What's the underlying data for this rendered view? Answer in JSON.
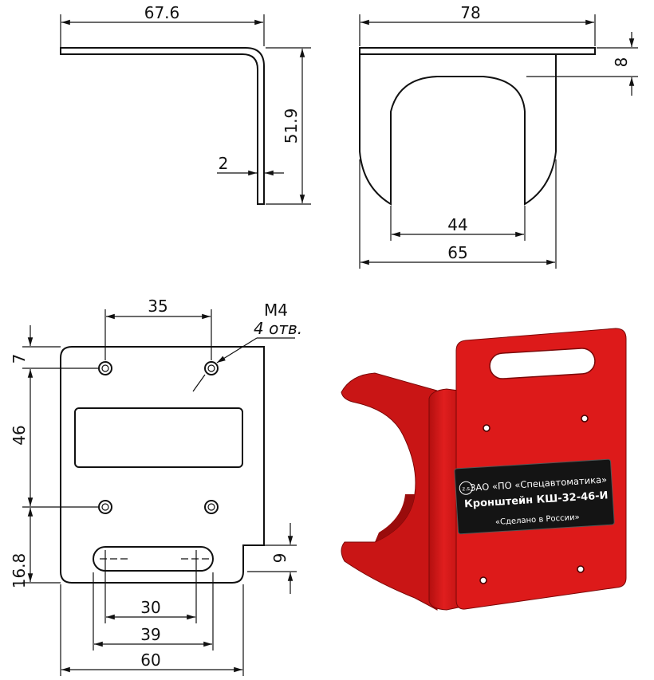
{
  "side_view": {
    "width_dim": "67.6",
    "height_dim": "51.9",
    "thickness_dim": "2"
  },
  "front_view": {
    "total_width_dim": "78",
    "offset_dim": "8",
    "inner_width_dim": "44",
    "outer_width_dim": "65"
  },
  "plan_view": {
    "hole_spacing_dim": "35",
    "thread_dim": "M4",
    "holes_count": "4 отв.",
    "top_offset_dim": "7",
    "vertical_spacing_dim": "46",
    "bottom_offset_dim": "16.8",
    "slot_height_dim": "9",
    "slot_centers_dim": "30",
    "slot_length_dim": "39",
    "plate_width_dim": "60"
  },
  "render": {
    "color": "#d81a1a",
    "label_line1": "ЗАО «ПО «Спецавтоматика»",
    "label_line2": "Кронштейн КШ-32-46-И",
    "label_line3": "«Сделано в России»",
    "logo_text": "z.s"
  }
}
